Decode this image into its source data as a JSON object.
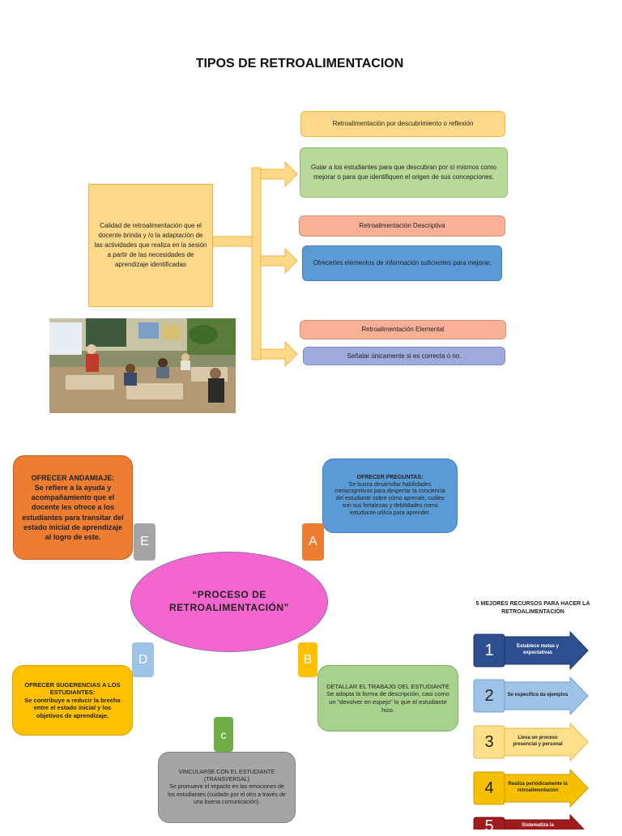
{
  "title": "TIPOS DE RETROALIMENTACION",
  "concept": {
    "definition": "Calidad de retroalimentación que el docente brinda y /o la adaptación de las actividades que realiza en la sesión a partir de las necesidades de aprendizaje identificadas"
  },
  "types": [
    {
      "name": "Retroalimentación por descubrimiento o reflexión",
      "description": "Guiar a los estudiantes para que descubran por sí mismos como mejorar o para que identifiquen el origen de sus concepciones."
    },
    {
      "name": "Retroalimentación Descriptiva",
      "description": "Ofrecerles elementos de información suficientes para mejorar."
    },
    {
      "name": "Retroalimentación Elemental",
      "description": "Señalar únicamente si es correcta o no."
    }
  ],
  "process": {
    "center": "“PROCESO DE RETROALIMENTACIÓN”",
    "steps": [
      {
        "letter": "A",
        "title": "OFRECER PREGUNTAS:",
        "text": "Se busca desarrollar habilidades metacognitivas para despertar la conciencia del estudiante sobre cómo aprende, cuáles son sus fortalezas y debilidades como estudiante utiliza para aprender."
      },
      {
        "letter": "B",
        "title": "DETALLAR EL TRABAJO DEL ESTUDIANTE",
        "text": "Se adopta la forma de descripción, casi como un “devolver en espejo” lo que el estudiante hizo."
      },
      {
        "letter": "C",
        "title": "VINCULARSE CON EL ESTUDIANTE (TRANSVERSAL)",
        "text": "Se promueve el impacto en las emociones de los estudiantes (cuidado por el otro a través de una buena comunicación)."
      },
      {
        "letter": "D",
        "title": "OFRECER SUGERENCIAS A LOS ESTUDIANTES:",
        "text": "Se contribuye a reducir la brecha entre el estado inicial y los objetivos de aprendizaje."
      },
      {
        "letter": "E",
        "title": "OFRECER ANDAMIAJE:",
        "text": "Se refiere a la ayuda y acompañamiento que el docente les ofrece a los estudiantes para transitar del estado inicial de aprendizaje al logro de este."
      }
    ]
  },
  "resources": {
    "title": "5 MEJORES RECURSOS PARA HACER LA RETROALIMENTACIÓN",
    "items": [
      {
        "num": "1",
        "text": "Establece metas y expectativas",
        "color": "#2e4f8f"
      },
      {
        "num": "2",
        "text": "Se específico da ejemplos",
        "color": "#9ec3e6"
      },
      {
        "num": "3",
        "text": "Lleva un proceso presencial y personal",
        "color": "#ffe08a"
      },
      {
        "num": "4",
        "text": "Realiza periódicamente la retroalimentación",
        "color": "#f5c000"
      },
      {
        "num": "5",
        "text": "Sistematiza la",
        "color": "#a01c1c"
      }
    ]
  },
  "colors": {
    "pink_oval": "#f466cf",
    "orange_card": "#ed7d31",
    "blue_card": "#5b9bd5",
    "green_card": "#a9d18e",
    "yellow_card": "#ffc000",
    "gray_card": "#a5a5a5"
  }
}
